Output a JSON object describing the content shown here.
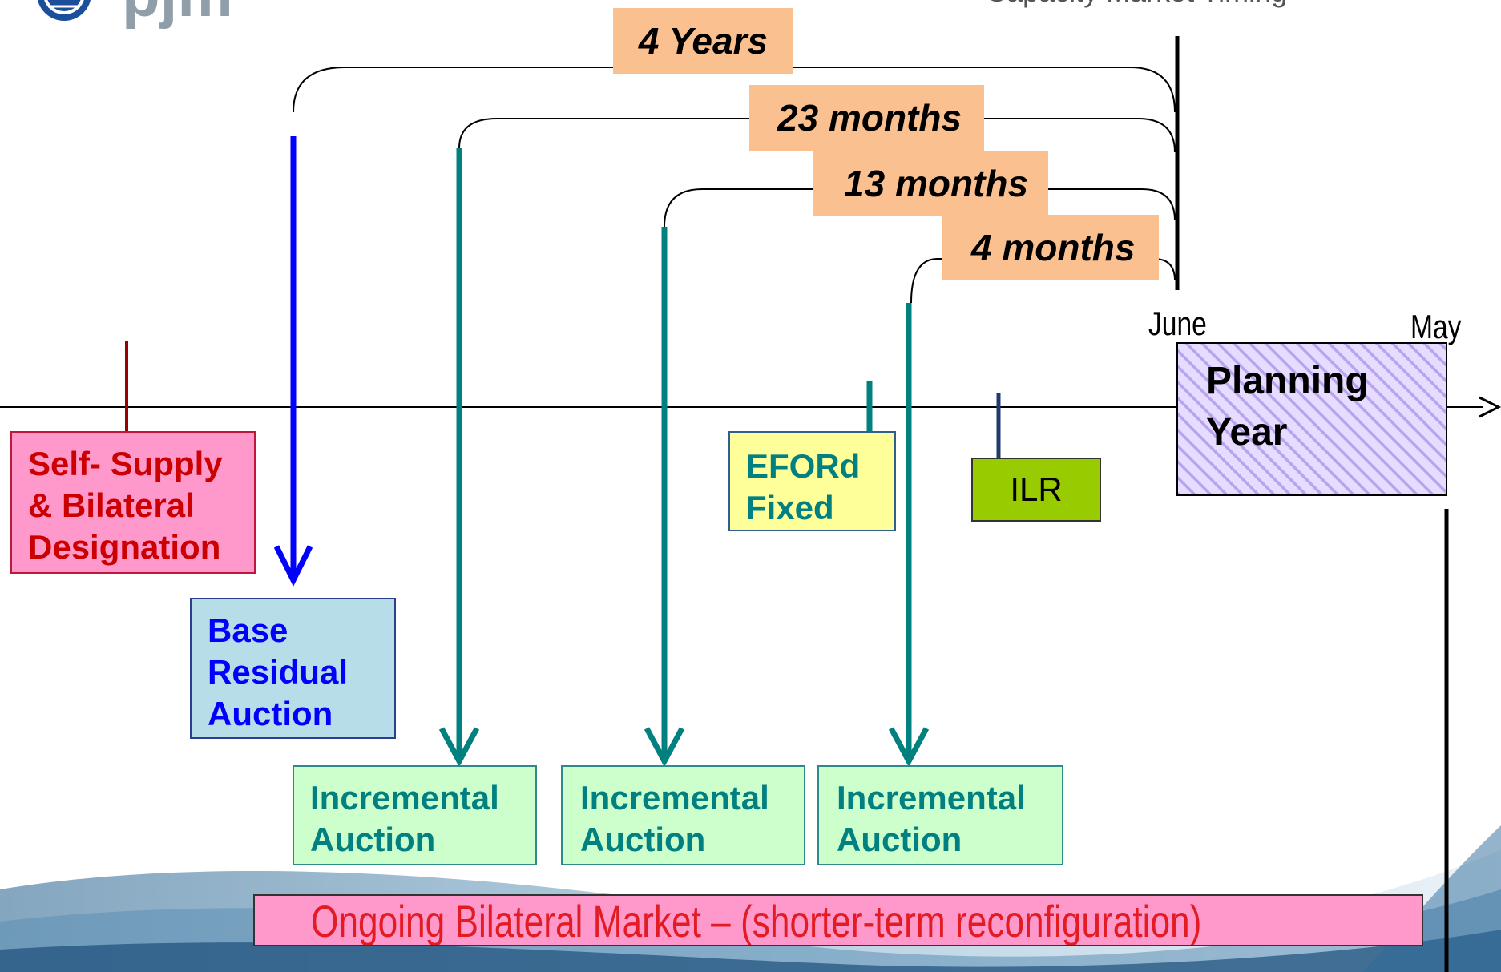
{
  "logo": {
    "text": "pjm"
  },
  "header": {
    "text": "Capacity Market Timing"
  },
  "durations": {
    "four_years": "4 Years",
    "twenty_three_months": "23 months",
    "thirteen_months": "13 months",
    "four_months": "4 months"
  },
  "timeline": {
    "june": "June",
    "may": "May",
    "planning_year": [
      "Planning",
      "Year"
    ]
  },
  "boxes": {
    "self_supply": [
      "Self- Supply",
      "& Bilateral",
      "Designation"
    ],
    "base_residual": [
      "Base",
      "Residual",
      "Auction"
    ],
    "efor": [
      "EFORd",
      "Fixed"
    ],
    "ilr": "ILR",
    "incremental_1": [
      "Incremental",
      "Auction"
    ],
    "incremental_2": [
      "Incremental",
      "Auction"
    ],
    "incremental_3": [
      "Incremental",
      "Auction"
    ]
  },
  "footer_banner": "Ongoing Bilateral Market – (shorter-term reconfiguration)",
  "colors": {
    "duration_fill": "#fac090",
    "self_supply_fill": "#ff99cc",
    "self_supply_text": "#cc0000",
    "base_fill": "#b7dde8",
    "base_text": "#0000ff",
    "incremental_fill": "#ccffcc",
    "incremental_text": "#008080",
    "efor_fill": "#ffff99",
    "ilr_fill": "#99cc00",
    "planning_fill": "#ccc0ff",
    "banner_fill": "#ff99cc",
    "banner_text": "#e31b23",
    "teal_arrow": "#00807e",
    "blue_arrow": "#0000ff"
  }
}
